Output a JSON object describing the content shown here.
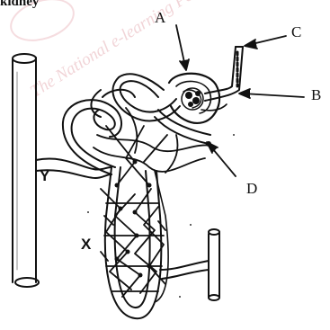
{
  "title": "kidney",
  "labels": {
    "a": "A",
    "b": "B",
    "c": "C",
    "d": "D",
    "x": "X",
    "y": "Y"
  },
  "watermark": {
    "text": "The National e-learning Portal"
  },
  "colors": {
    "ink": "#111111",
    "watermark": "#e7b2b8"
  }
}
